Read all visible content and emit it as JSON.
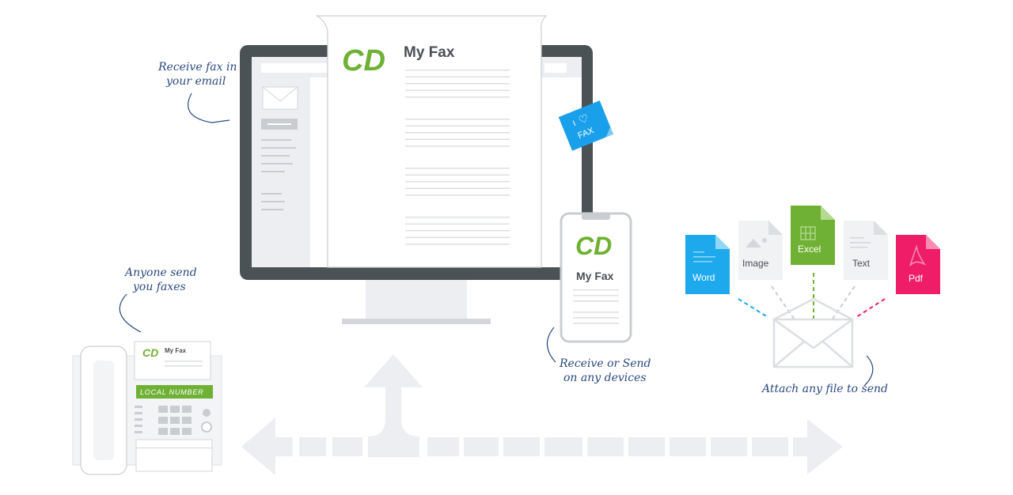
{
  "colors": {
    "brand_green": "#6fb134",
    "monitor_frame": "#4b5256",
    "handwriting": "#2b4a7e",
    "arrow_gray": "#eceef1",
    "word": "#1ea9ec",
    "excel": "#6fb134",
    "pdf": "#ef1d67",
    "sticky": "#1aa0ea"
  },
  "monitor": {
    "fax_logo": "CD",
    "fax_title": "My Fax"
  },
  "sticky_note": {
    "line1": "I",
    "heart": "♡",
    "line2": "FAX"
  },
  "phone": {
    "logo": "CD",
    "title": "My Fax"
  },
  "fax_machine": {
    "logo": "CD",
    "title": "My Fax",
    "display": "LOCAL NUMBER"
  },
  "files": {
    "word": "Word",
    "image": "Image",
    "excel": "Excel",
    "text": "Text",
    "pdf": "Pdf"
  },
  "captions": {
    "email_line1": "Receive fax in",
    "email_line2": "your email",
    "anyone_line1": "Anyone send",
    "anyone_line2": "you faxes",
    "devices_line1": "Receive or Send",
    "devices_line2": "on any devices",
    "attach": "Attach any file to send"
  },
  "icons": [
    "envelope-icon",
    "heart-icon",
    "image-icon",
    "grid-icon",
    "acrobat-icon",
    "arrow-icon"
  ]
}
